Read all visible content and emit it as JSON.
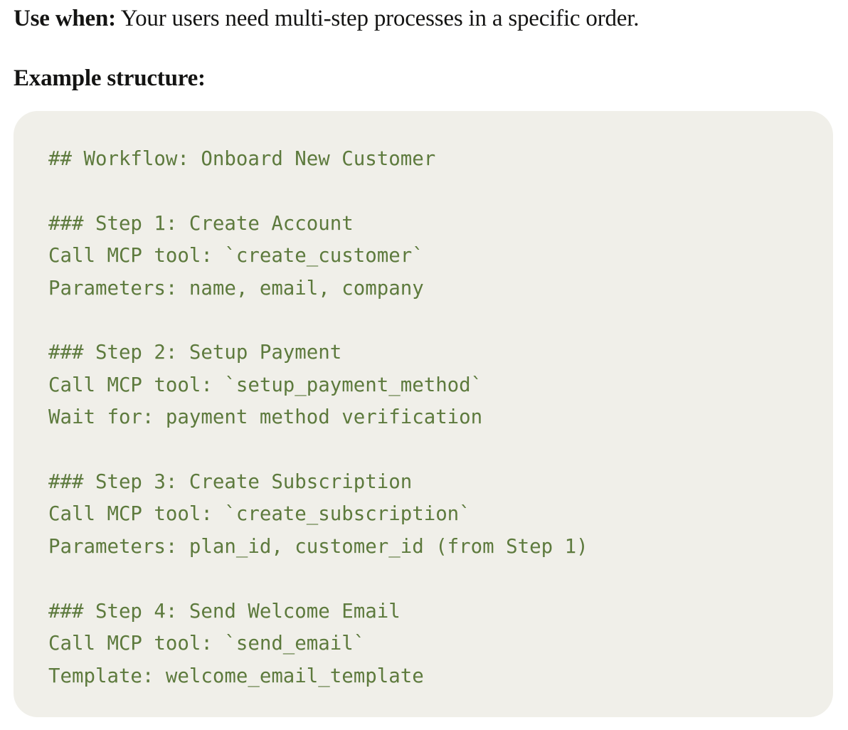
{
  "intro": {
    "use_when_label": "Use when:",
    "use_when_text": " Your users need multi-step processes in a specific order."
  },
  "example": {
    "heading": "Example structure:"
  },
  "code": {
    "text": "## Workflow: Onboard New Customer\n\n### Step 1: Create Account\nCall MCP tool: `create_customer`\nParameters: name, email, company\n\n### Step 2: Setup Payment\nCall MCP tool: `setup_payment_method`\nWait for: payment method verification\n\n### Step 3: Create Subscription\nCall MCP tool: `create_subscription`\nParameters: plan_id, customer_id (from Step 1)\n\n### Step 4: Send Welcome Email\nCall MCP tool: `send_email`\nTemplate: welcome_email_template",
    "text_color": "#5d7a3d",
    "background_color": "#f0efe9"
  }
}
